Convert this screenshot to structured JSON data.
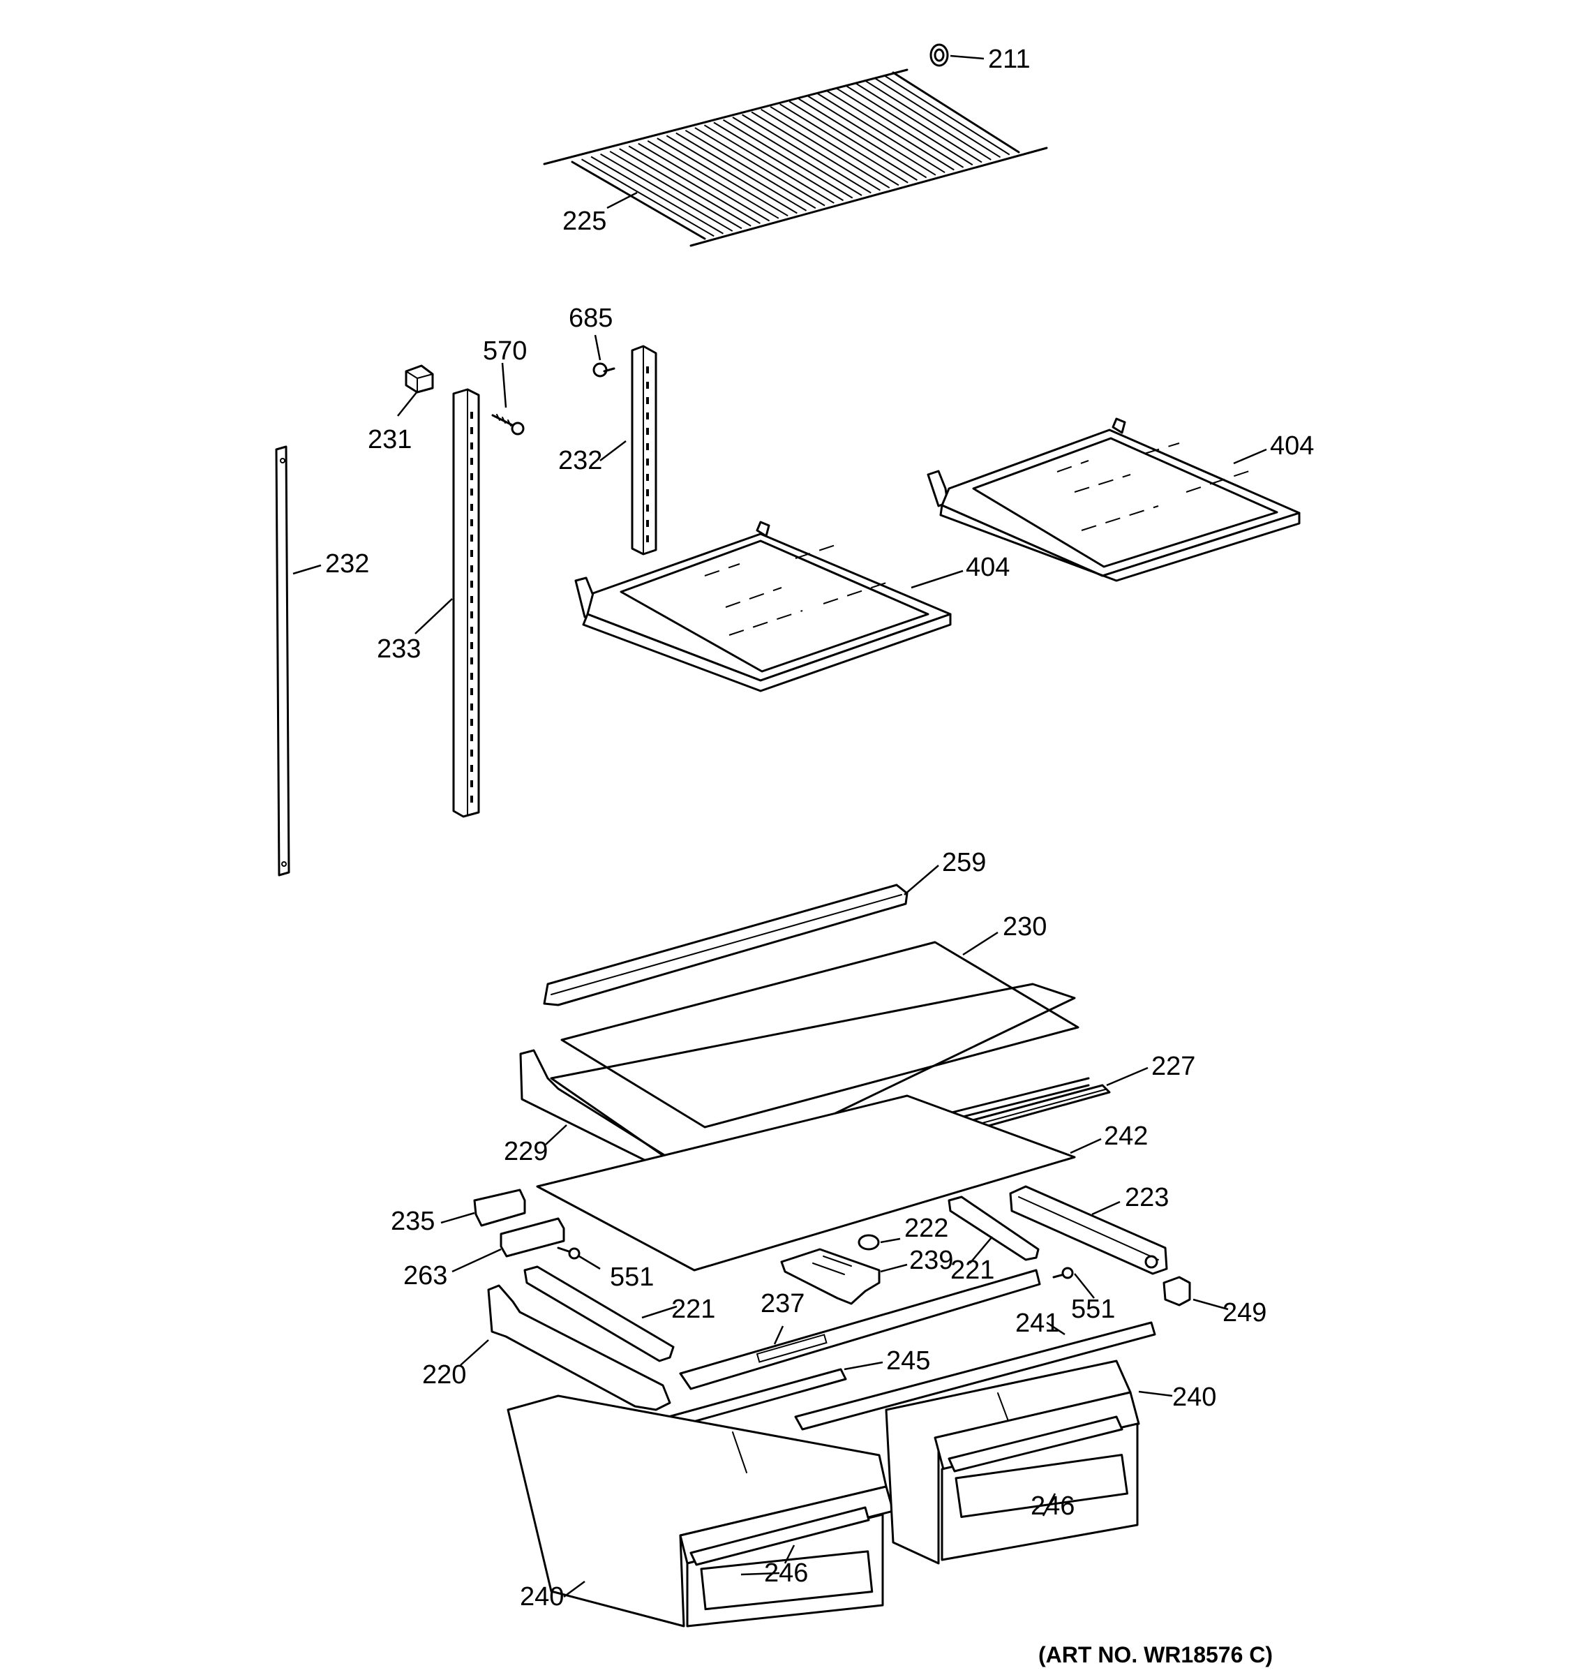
{
  "diagram": {
    "art_number": "(ART NO. WR18576 C)",
    "callouts": {
      "c211": "211",
      "c225": "225",
      "c685": "685",
      "c570": "570",
      "c231": "231",
      "c232_mid": "232",
      "c232_left": "232",
      "c233": "233",
      "c404_upper": "404",
      "c404_lower": "404",
      "c259": "259",
      "c230": "230",
      "c227": "227",
      "c229": "229",
      "c242": "242",
      "c223": "223",
      "c235": "235",
      "c222": "222",
      "c239": "239",
      "c221_right": "221",
      "c263": "263",
      "c551_left": "551",
      "c551_right": "551",
      "c249": "249",
      "c221_left": "221",
      "c237": "237",
      "c241": "241",
      "c220": "220",
      "c245": "245",
      "c240_right": "240",
      "c246_right": "246",
      "c246_left": "246",
      "c240_left": "240"
    }
  }
}
